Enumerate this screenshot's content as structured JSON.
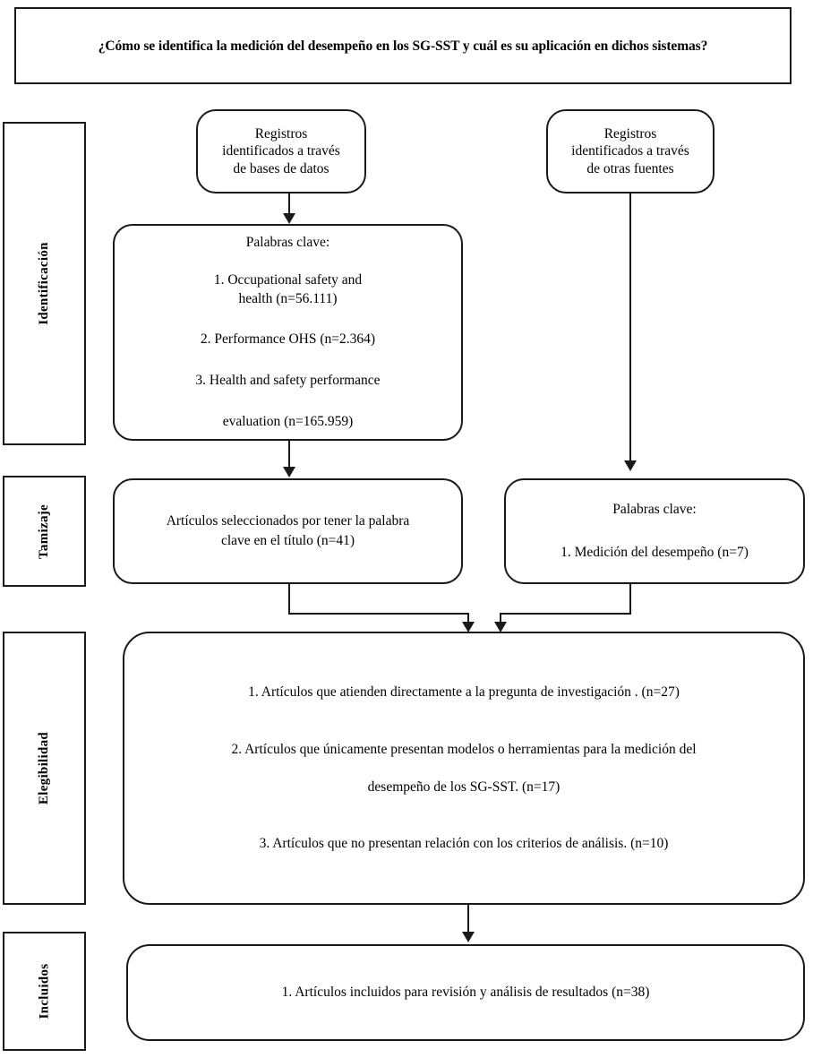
{
  "diagram": {
    "type": "prisma-flow-diagram",
    "question": "¿Cómo se identifica la medición del desempeño en los SG-SST y cuál es su aplicación en dichos sistemas?",
    "phases": [
      {
        "key": "identificacion",
        "label": "Identificación"
      },
      {
        "key": "tamizaje",
        "label": "Tamizaje"
      },
      {
        "key": "elegibilidad",
        "label": "Elegibilidad"
      },
      {
        "key": "incluidos",
        "label": "Incluidos"
      }
    ],
    "nodes": {
      "source_databases": {
        "lines": [
          "Registros",
          "identificados a través",
          "de bases de datos"
        ]
      },
      "source_other": {
        "lines": [
          "Registros",
          "identificados a través",
          "de otras fuentes"
        ]
      },
      "keywords_databases": {
        "heading": "Palabras clave:",
        "items": [
          "1. Occupational safety and\nhealth (n=56.111)",
          "2. Performance OHS (n=2.364)",
          "3. Health and safety performance",
          "evaluation (n=165.959)"
        ]
      },
      "screening_databases": {
        "lines": [
          "Artículos seleccionados por tener la palabra",
          "clave en el título (n=41)"
        ]
      },
      "keywords_other": {
        "heading": "Palabras clave:",
        "items": [
          "1. Medición del desempeño (n=7)"
        ]
      },
      "eligibility": {
        "items": [
          "1. Artículos que atienden directamente a la pregunta de investigación . (n=27)",
          "2. Artículos que únicamente presentan modelos o herramientas para la medición del",
          "desempeño de los SG-SST. (n=17)",
          "3. Artículos que no presentan relación con los criterios de análisis. (n=10)"
        ]
      },
      "included": {
        "lines": [
          "1. Artículos incluidos para revisión y análisis de resultados (n=38)"
        ]
      }
    },
    "counts": {
      "occupational_safety_and_health": "56.111",
      "performance_ohs": "2.364",
      "health_and_safety_performance_evaluation": "165.959",
      "selected_by_title_keyword": "41",
      "medicion_del_desempeno": "7",
      "answer_research_question": "27",
      "models_or_tools_only": "17",
      "no_relation_to_criteria": "10",
      "included_for_review": "38"
    },
    "colors": {
      "stroke": "#1a1a1a",
      "background": "#ffffff",
      "text": "#000000"
    }
  }
}
